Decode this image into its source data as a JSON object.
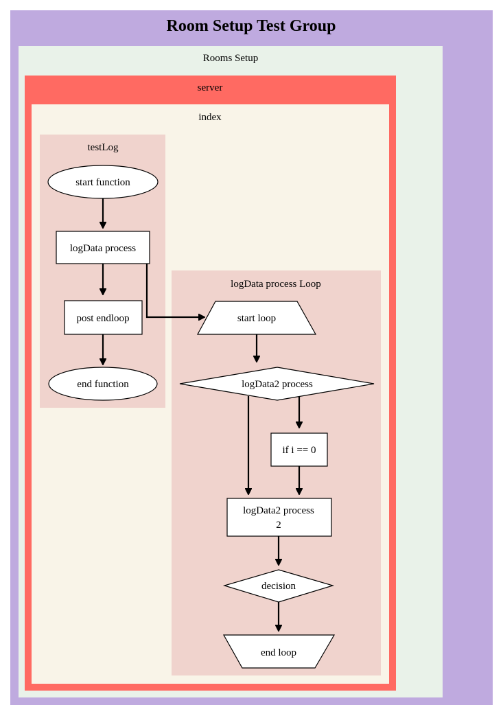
{
  "diagram": {
    "title": "Room Setup Test Group",
    "clusters": {
      "rooms_setup": "Rooms Setup",
      "server": "server",
      "index": "index",
      "test_log": "testLog",
      "loop": "logData process Loop"
    },
    "nodes": {
      "start_function": "start function",
      "logdata_process": "logData process",
      "post_endloop": "post endloop",
      "end_function": "end function",
      "start_loop": "start loop",
      "logdata2_process": "logData2 process",
      "if_i_eq_0": "if i == 0",
      "logdata2_process2_line1": "logData2 process",
      "logdata2_process2_line2": "2",
      "decision": "decision",
      "end_loop": "end loop"
    },
    "colors": {
      "outer": "#bfaadf",
      "rooms_setup": "#e9f2e9",
      "server": "#ff6a62",
      "index": "#f9f4e8",
      "subgraph": "#f0d3cd"
    }
  }
}
